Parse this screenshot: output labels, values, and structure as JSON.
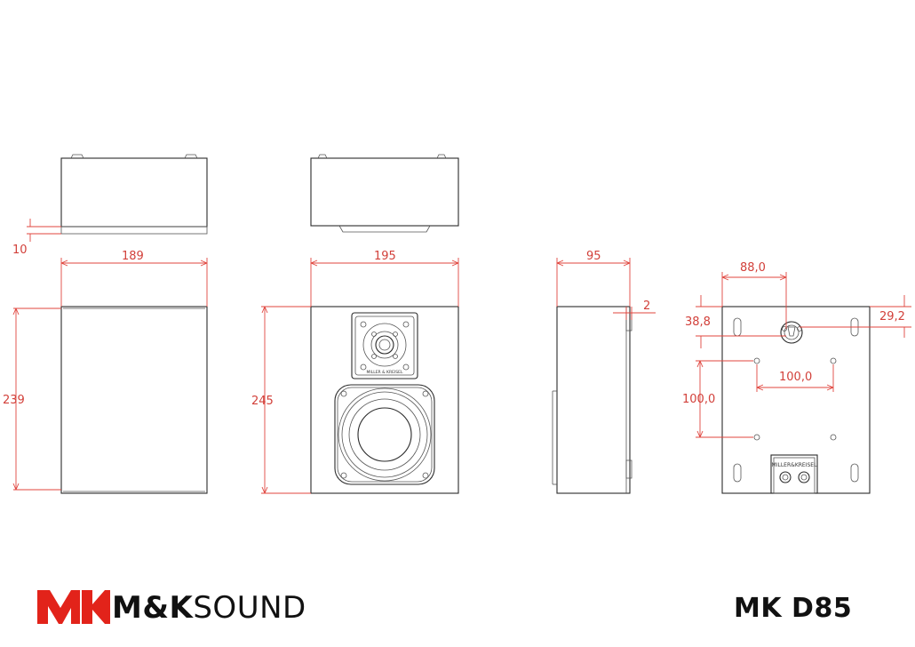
{
  "brand": {
    "mark_color": "#e2231a",
    "name_bold": "M&K",
    "name_light": "SOUND"
  },
  "model": "MK D85",
  "dimension_color": "#e0453e",
  "dimensions": {
    "top_offset": "10",
    "width_side": "189",
    "height_side": "239",
    "width_front": "195",
    "height_front": "245",
    "depth": "95",
    "depth_offset": "2",
    "mount_width": "88,0",
    "mount_left_offset": "38,8",
    "mount_right_offset": "29,2",
    "hole_spacing_h": "100,0",
    "hole_spacing_v": "100,0"
  },
  "labels": {
    "tweeter_badge": "MILLER & KREISEL",
    "terminal_badge": "MILLER&KREISEL"
  }
}
